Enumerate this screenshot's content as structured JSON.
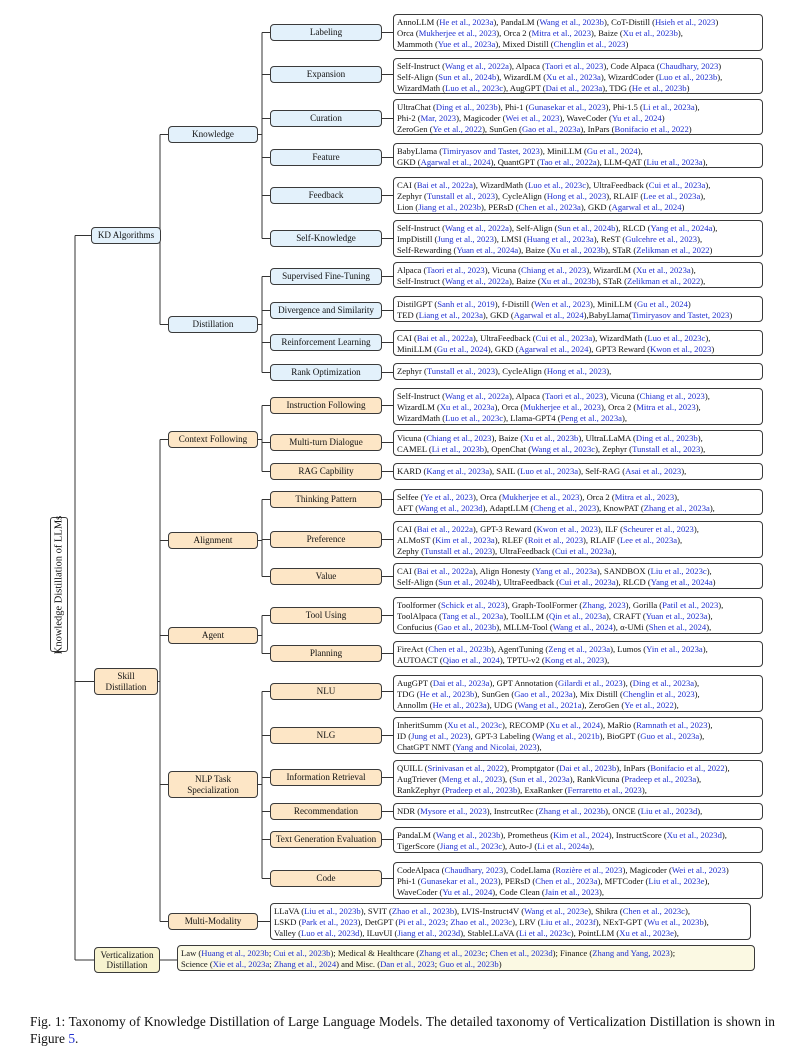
{
  "root": "Knowledge Distillation of LLMs",
  "level1": [
    {
      "id": "kd",
      "label": "KD Algorithms"
    },
    {
      "id": "skill",
      "label": "Skill Distillation"
    },
    {
      "id": "vert",
      "label": "Verticalization Distillation"
    }
  ],
  "level2": [
    {
      "id": "knowledge",
      "label": "Knowledge"
    },
    {
      "id": "distillation",
      "label": "Distillation"
    },
    {
      "id": "context",
      "label": "Context Following"
    },
    {
      "id": "alignment",
      "label": "Alignment"
    },
    {
      "id": "agent",
      "label": "Agent"
    },
    {
      "id": "nlp",
      "label": "NLP Task Specialization"
    },
    {
      "id": "multimodal",
      "label": "Multi-Modality"
    }
  ],
  "level3": [
    {
      "id": "labeling",
      "label": "Labeling"
    },
    {
      "id": "expansion",
      "label": "Expansion"
    },
    {
      "id": "curation",
      "label": "Curation"
    },
    {
      "id": "feature",
      "label": "Feature"
    },
    {
      "id": "feedback",
      "label": "Feedback"
    },
    {
      "id": "selfknowledge",
      "label": "Self-Knowledge"
    },
    {
      "id": "sft",
      "label": "Supervised Fine-Tuning"
    },
    {
      "id": "divergence",
      "label": "Divergence and Similarity"
    },
    {
      "id": "rl",
      "label": "Reinforcement Learning"
    },
    {
      "id": "rank",
      "label": "Rank Optimization"
    },
    {
      "id": "instruction",
      "label": "Instruction Following"
    },
    {
      "id": "multiturn",
      "label": "Multi-turn Dialogue"
    },
    {
      "id": "rag",
      "label": "RAG Capbility"
    },
    {
      "id": "thinking",
      "label": "Thinking Pattern"
    },
    {
      "id": "preference",
      "label": "Preference"
    },
    {
      "id": "value",
      "label": "Value"
    },
    {
      "id": "tool",
      "label": "Tool Using"
    },
    {
      "id": "planning",
      "label": "Planning"
    },
    {
      "id": "nlu",
      "label": "NLU"
    },
    {
      "id": "nlg",
      "label": "NLG"
    },
    {
      "id": "ir",
      "label": "Information Retrieval"
    },
    {
      "id": "recommendation",
      "label": "Recommendation"
    },
    {
      "id": "textgen",
      "label": "Text Generation Evaluation"
    },
    {
      "id": "code",
      "label": "Code"
    }
  ],
  "leaves": [
    {
      "for": "labeling",
      "lines": [
        "AnnoLLM (|He et al., 2023a|), PandaLM (|Wang et al., 2023b|), CoT-Distill (|Hsieh et al., 2023|)",
        "Orca (|Mukherjee et al., 2023|), Orca 2 (|Mitra et al., 2023|), Baize (|Xu et al., 2023b|),",
        "Mammoth (|Yue et al., 2023a|), Mixed Distill (|Chenglin et al., 2023|)"
      ]
    },
    {
      "for": "expansion",
      "lines": [
        "Self-Instruct (|Wang et al., 2022a|), Alpaca (|Taori et al., 2023|), Code Alpaca (|Chaudhary, 2023|)",
        "Self-Align (|Sun et al., 2024b|), WizardLM (|Xu et al., 2023a|), WizardCoder (|Luo et al., 2023b|),",
        "WizardMath (|Luo et al., 2023c|), AugGPT (|Dai et al., 2023a|), TDG (|He et al., 2023b|)"
      ]
    },
    {
      "for": "curation",
      "lines": [
        "UltraChat (|Ding et al., 2023b|), Phi-1 (|Gunasekar et al., 2023|), Phi-1.5 (|Li et al., 2023a|),",
        "Phi-2 (|Mar, 2023|), Magicoder (|Wei et al., 2023|), WaveCoder (|Yu et al., 2024|)",
        "ZeroGen (|Ye et al., 2022|), SunGen (|Gao et al., 2023a|), InPars (|Bonifacio et al., 2022|)"
      ]
    },
    {
      "for": "feature",
      "lines": [
        "BabyLlama (|Timiryasov and Tastet, 2023|), MiniLLM (|Gu et al., 2024|),",
        "GKD (|Agarwal et al., 2024|), QuantGPT (|Tao et al., 2022a|), LLM-QAT (|Liu et al., 2023a|),"
      ]
    },
    {
      "for": "feedback",
      "lines": [
        "CAI (|Bai et al., 2022a|), WizardMath (|Luo et al., 2023c|), UltraFeedback (|Cui et al., 2023a|),",
        "Zephyr (|Tunstall et al., 2023|), CycleAlign (|Hong et al., 2023|), RLAIF (|Lee et al., 2023a|),",
        "Lion (|Jiang et al., 2023b|), PERsD (|Chen et al., 2023a|), GKD (|Agarwal et al., 2024|)"
      ]
    },
    {
      "for": "selfknowledge",
      "lines": [
        "Self-Instruct (|Wang et al., 2022a|),  Self-Align (|Sun et al., 2024b|),  RLCD (|Yang et al., 2024a|),",
        "ImpDistill (|Jung et al., 2023|),  LMSI (|Huang et al., 2023a|),  ReST (|Gulcehre et al., 2023|),",
        "Self-Rewarding (|Yuan et al., 2024a|),  Baize (|Xu et al., 2023b|),  STaR (|Zelikman et al., 2022|)"
      ]
    },
    {
      "for": "sft",
      "lines": [
        "Alpaca (|Taori et al., 2023|), Vicuna (|Chiang et al., 2023|), WizardLM (|Xu et al., 2023a|),",
        "Self-Instruct (|Wang et al., 2022a|), Baize (|Xu et al., 2023b|), STaR (|Zelikman et al., 2022|),"
      ]
    },
    {
      "for": "divergence",
      "lines": [
        "DistilGPT (|Sanh et al., 2019|), f-Distill (|Wen et al., 2023|), MiniLLM (|Gu et al., 2024|)",
        "TED (|Liang et al., 2023a|), GKD (|Agarwal et al., 2024|),BabyLlama(|Timiryasov and Tastet, 2023|)"
      ]
    },
    {
      "for": "rl",
      "lines": [
        "CAI (|Bai et al., 2022a|), UltraFeedback (|Cui et al., 2023a|), WizardMath (|Luo et al., 2023c|),",
        "MiniLLM (|Gu et al., 2024|), GKD (|Agarwal et al., 2024|), GPT3 Reward (|Kwon et al., 2023|)"
      ]
    },
    {
      "for": "rank",
      "lines": [
        "Zephyr (|Tunstall et al., 2023|), CycleAlign (|Hong et al., 2023|),"
      ]
    },
    {
      "for": "instruction",
      "lines": [
        "Self-Instruct (|Wang et al., 2022a|), Alpaca (|Taori et al., 2023|), Vicuna (|Chiang et al., 2023|),",
        "WizardLM (|Xu et al., 2023a|), Orca (|Mukherjee et al., 2023|), Orca 2 (|Mitra et al., 2023|),",
        "WizardMath (|Luo et al., 2023c|), Llama-GPT4 (|Peng et al., 2023a|),"
      ]
    },
    {
      "for": "multiturn",
      "lines": [
        "Vicuna (|Chiang et al., 2023|), Baize (|Xu et al., 2023b|), UltraLLaMA (|Ding et al., 2023b|),",
        "CAMEL (|Li et al., 2023b|), OpenChat (|Wang et al., 2023c|), Zephyr (|Tunstall et al., 2023|),"
      ]
    },
    {
      "for": "rag",
      "lines": [
        "KARD (|Kang et al., 2023a|), SAIL (|Luo et al., 2023a|), Self-RAG (|Asai et al., 2023|),"
      ]
    },
    {
      "for": "thinking",
      "lines": [
        "Selfee (|Ye et al., 2023|), Orca (|Mukherjee et al., 2023|), Orca 2 (|Mitra et al., 2023|),",
        "AFT (|Wang et al., 2023d|), AdaptLLM (|Cheng et al., 2023|), KnowPAT (|Zhang et al., 2023a|),"
      ]
    },
    {
      "for": "preference",
      "lines": [
        "CAI (|Bai et al., 2022a|), GPT-3 Reward (|Kwon et al., 2023|), ILF (|Scheurer et al., 2023|),",
        "ALMoST (|Kim et al., 2023a|), RLEF (|Roit et al., 2023|), RLAIF (|Lee et al., 2023a|),",
        "Zephy (|Tunstall et al., 2023|), UltraFeedback (|Cui et al., 2023a|),"
      ]
    },
    {
      "for": "value",
      "lines": [
        "CAI (|Bai et al., 2022a|), Align Honesty (|Yang et al., 2023a|), SANDBOX (|Liu et al., 2023c|),",
        "Self-Align (|Sun et al., 2024b|), UltraFeedback (|Cui et al., 2023a|), RLCD (|Yang et al., 2024a|)"
      ]
    },
    {
      "for": "tool",
      "lines": [
        "Toolformer (|Schick et al., 2023|), Graph-ToolFormer (|Zhang, 2023|), Gorilla (|Patil et al., 2023|),",
        "ToolAlpaca (|Tang et al., 2023a|), ToolLLM (|Qin et al., 2023a|), CRAFT (|Yuan et al., 2023a|),",
        "Confucius (|Gao et al., 2023b|), MLLM-Tool (|Wang et al., 2024|), α-UMi (|Shen et al., 2024|),"
      ]
    },
    {
      "for": "planning",
      "lines": [
        "FireAct (|Chen et al., 2023b|), AgentTuning (|Zeng et al., 2023a|), Lumos (|Yin et al., 2023a|),",
        "AUTOACT (|Qiao et al., 2024|), TPTU-v2 (|Kong et al., 2023|),"
      ]
    },
    {
      "for": "nlu",
      "lines": [
        "AugGPT (|Dai et al., 2023a|),  GPT Annotation (|Gilardi et al., 2023|),  (|Ding et al., 2023a|),",
        "TDG (|He et al., 2023b|), SunGen (|Gao et al., 2023a|), Mix Distill (|Chenglin et al., 2023|),",
        "Annollm (|He et al., 2023a|), UDG (|Wang et al., 2021a|), ZeroGen (|Ye et al., 2022|),"
      ]
    },
    {
      "for": "nlg",
      "lines": [
        "InheritSumm (|Xu et al., 2023c|), RECOMP (|Xu et al., 2024|), MaRio (|Ramnath et al., 2023|),",
        "ID (|Jung et al., 2023|), GPT-3 Labeling (|Wang et al., 2021b|), BioGPT (|Guo et al., 2023a|),",
        "ChatGPT NMT (|Yang and Nicolai, 2023|),"
      ]
    },
    {
      "for": "ir",
      "lines": [
        "QUILL (|Srinivasan et al., 2022|), Promptgator (|Dai et al., 2023b|), InPars (|Bonifacio et al., 2022|),",
        "AugTriever (|Meng et al., 2023|),  (|Sun et al., 2023a|), RankVicuna (|Pradeep et al., 2023a|),",
        "RankZephyr (|Pradeep et al., 2023b|), ExaRanker (|Ferraretto et al., 2023|),"
      ]
    },
    {
      "for": "recommendation",
      "lines": [
        "NDR (|Mysore et al., 2023|), InstrcutRec (|Zhang et al., 2023b|), ONCE (|Liu et al., 2023d|),"
      ]
    },
    {
      "for": "textgen",
      "lines": [
        "PandaLM (|Wang et al., 2023b|), Prometheus (|Kim et al., 2024|), InstructScore (|Xu et al., 2023d|),",
        "TigerScore (|Jiang et al., 2023c|), Auto-J (|Li et al., 2024a|),"
      ]
    },
    {
      "for": "code",
      "lines": [
        "CodeAlpaca (|Chaudhary, 2023|), CodeLlama (|Rozière et al., 2023|), Magicoder (|Wei et al., 2023|)",
        "Phi-1 (|Gunasekar et al., 2023|), PERsD (|Chen et al., 2023a|), MFTCoder (|Liu et al., 2023e|),",
        "WaveCoder (|Yu et al., 2024|), Code Clean (|Jain et al., 2023|),"
      ]
    },
    {
      "for": "multimodal",
      "lines": [
        "LLaVA (|Liu et al., 2023b|), SVIT (|Zhao et al., 2023b|), LVIS-Instruct4V (|Wang et al., 2023e|), Shikra (|Chen et al., 2023c|),",
        "LSKD (|Park et al., 2023|), DetGPT (|Pi et al., 2023|; |Zhao et al., 2023c|), LRV (|Liu et al., 2023f|), NExT-GPT (|Wu et al., 2023b|),",
        "Valley (|Luo et al., 2023d|), ILuvUI (|Jiang et al., 2023d|), StableLLaVA (|Li et al., 2023c|), PointLLM (|Xu et al., 2023e|),"
      ]
    },
    {
      "for": "vert",
      "lines": [
        "Law (|Huang et al., 2023b|; |Cui et al., 2023b|); Medical & Healthcare (|Zhang et al., 2023c|; |Chen et al., 2023d|); Finance (|Zhang and Yang, 2023|);",
        "Science (|Xie et al., 2023a|; |Zhang et al., 2024|) and Misc. (|Dan et al., 2023|; |Guo et al., 2023b|)"
      ]
    }
  ],
  "caption": {
    "prefix": "Fig. 1: Taxonomy of Knowledge Distillation of Large Language Models. The detailed taxonomy of Verticalization Distillation is shown in Figure ",
    "ref": "5",
    "suffix": "."
  }
}
